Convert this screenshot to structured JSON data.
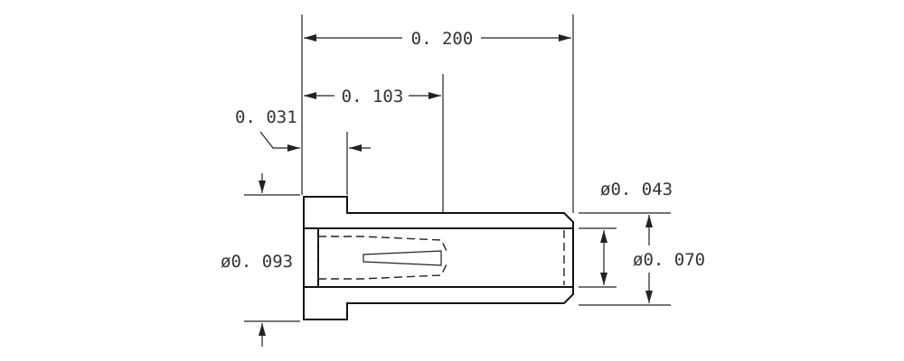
{
  "dimensions": {
    "overall_length": "0. 200",
    "inner_length": "0. 103",
    "head_thickness": "0. 031",
    "head_diameter": "ø0. 093",
    "bore_diameter": "ø0. 043",
    "body_diameter": "ø0. 070"
  },
  "colors": {
    "line": "#222222",
    "text": "#333333",
    "background": "#ffffff"
  }
}
